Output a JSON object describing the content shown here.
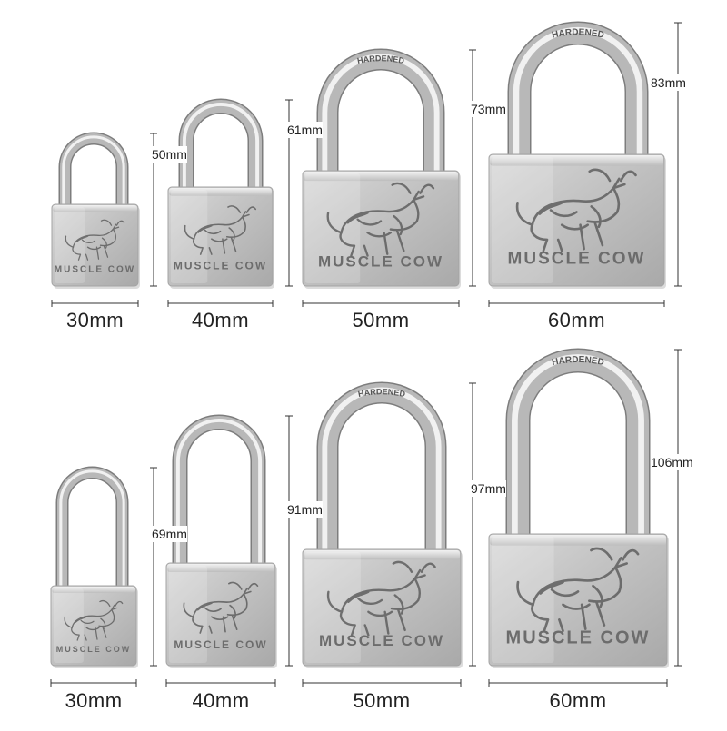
{
  "brand_text": "MUSCLE COW",
  "shackle_text": "HARDENED",
  "colors": {
    "background": "#ffffff",
    "body_steel": "#c4c4c4",
    "shackle_steel": "#b8b8b8",
    "dimension_line": "#333333",
    "label_text": "#222222"
  },
  "rows": [
    {
      "name": "short-shackle-row",
      "padlocks": [
        {
          "width_label": "30mm",
          "height_label": "50mm",
          "has_shackle_text": false
        },
        {
          "width_label": "40mm",
          "height_label": "61mm",
          "has_shackle_text": false
        },
        {
          "width_label": "50mm",
          "height_label": "73mm",
          "has_shackle_text": true
        },
        {
          "width_label": "60mm",
          "height_label": "83mm",
          "has_shackle_text": true
        }
      ]
    },
    {
      "name": "long-shackle-row",
      "padlocks": [
        {
          "width_label": "30mm",
          "height_label": "69mm",
          "has_shackle_text": false
        },
        {
          "width_label": "40mm",
          "height_label": "91mm",
          "has_shackle_text": false
        },
        {
          "width_label": "50mm",
          "height_label": "97mm",
          "has_shackle_text": true
        },
        {
          "width_label": "60mm",
          "height_label": "106mm",
          "has_shackle_text": true
        }
      ]
    }
  ]
}
